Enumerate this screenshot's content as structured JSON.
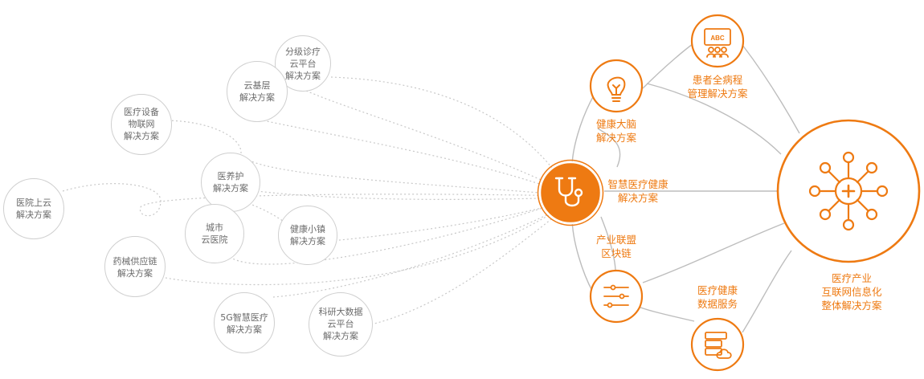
{
  "colors": {
    "accent": "#ee7a12",
    "grey_line": "#bdbdbd",
    "grey_text": "#6b6b6b",
    "dotted": "#c8c8c8"
  },
  "left_nodes": [
    {
      "id": "n1",
      "label": "分级诊疗\n云平台\n解决方案"
    },
    {
      "id": "n2",
      "label": "云基层\n解决方案"
    },
    {
      "id": "n3",
      "label": "医疗设备\n物联网\n解决方案"
    },
    {
      "id": "n4",
      "label": "医养护\n解决方案"
    },
    {
      "id": "n5",
      "label": "医院上云\n解决方案"
    },
    {
      "id": "n6",
      "label": "城市\n云医院"
    },
    {
      "id": "n7",
      "label": "健康小镇\n解决方案"
    },
    {
      "id": "n8",
      "label": "药械供应链\n解决方案"
    },
    {
      "id": "n9",
      "label": "5G智慧医疗\n解决方案"
    },
    {
      "id": "n10",
      "label": "科研大数据\n云平台\n解决方案"
    }
  ],
  "center": {
    "label": "智慧医疗健康\n解决方案",
    "icon": "stethoscope-icon"
  },
  "right_nodes": [
    {
      "id": "brain",
      "label": "健康大脑\n解决方案",
      "icon": "lightbulb-icon"
    },
    {
      "id": "patient",
      "label": "患者全病程\n管理解决方案",
      "icon": "abc-board-icon",
      "icon_text": "ABC"
    },
    {
      "id": "chain",
      "label": "产业联盟\n区块链",
      "icon": "sliders-icon"
    },
    {
      "id": "data",
      "label": "医疗健康\n数据服务",
      "icon": "server-cloud-icon"
    }
  ],
  "hub": {
    "label": "医疗产业\n互联网信息化\n整体解决方案",
    "icon": "network-hub-icon"
  }
}
